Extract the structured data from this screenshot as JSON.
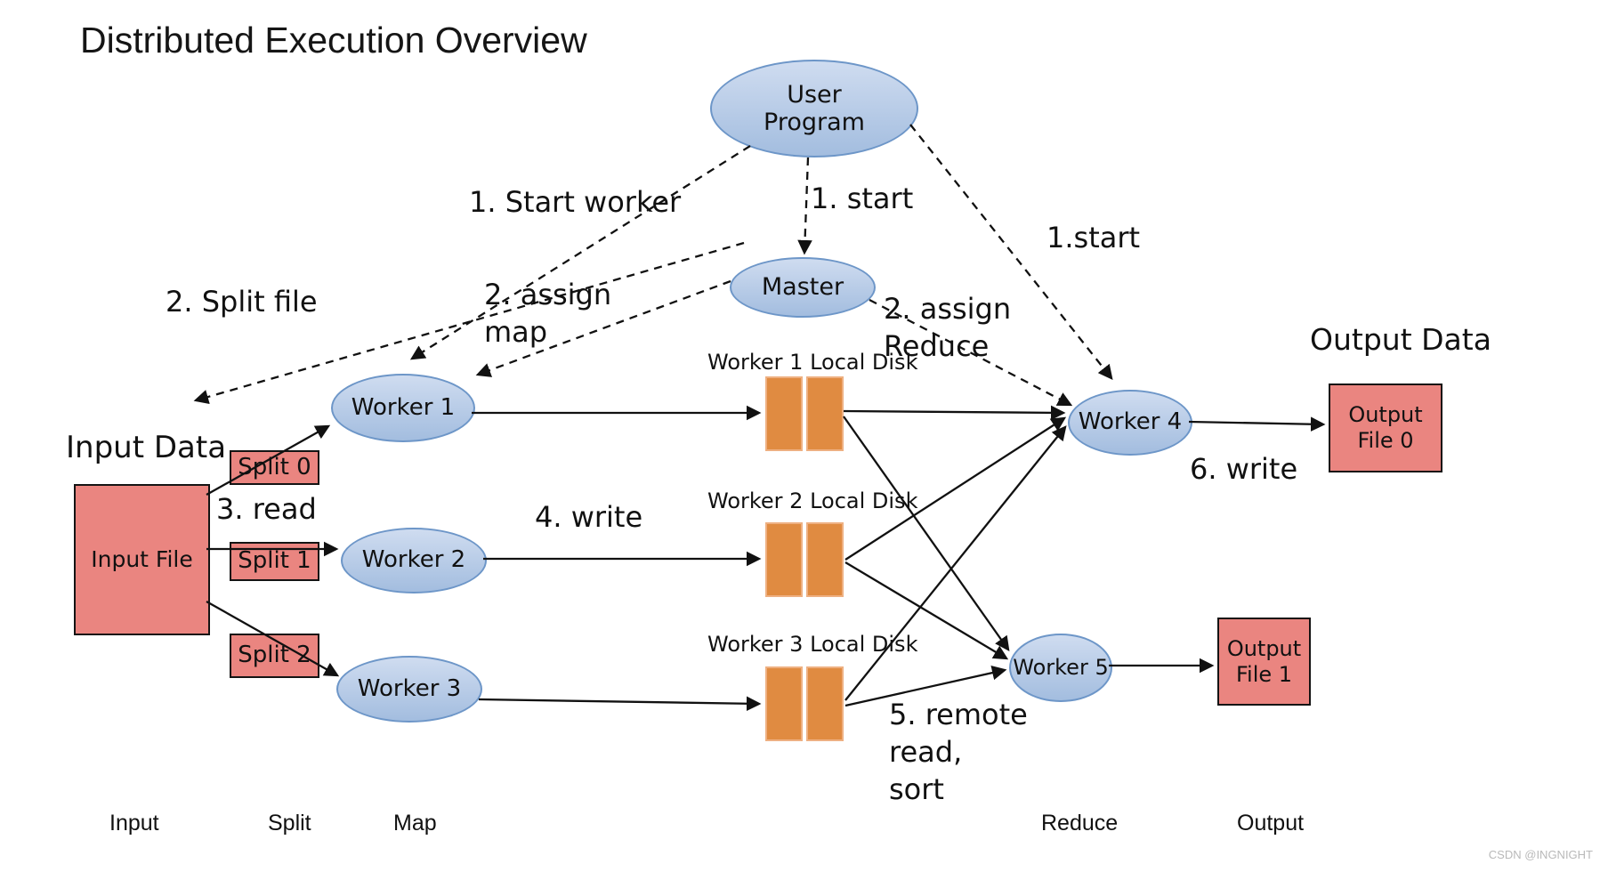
{
  "title": "Distributed Execution Overview",
  "watermark": "CSDN @INGNIGHT",
  "colors": {
    "node_fill_top": "#cfdcf0",
    "node_fill_bottom": "#a3bddf",
    "node_border": "#6d96c8",
    "file_box_fill": "#ea8580",
    "file_box_border": "#141414",
    "disk_bar_fill": "#e08b41",
    "arrow": "#111111"
  },
  "nodes": {
    "user_program": "User\nProgram",
    "master": "Master",
    "worker1": "Worker 1",
    "worker2": "Worker 2",
    "worker3": "Worker 3",
    "worker4": "Worker 4",
    "worker5": "Worker 5"
  },
  "files": {
    "input_file": "Input File",
    "split0": "Split 0",
    "split1": "Split 1",
    "split2": "Split 2",
    "output_file0": "Output\nFile 0",
    "output_file1": "Output\nFile 1"
  },
  "disks": [
    {
      "label": "Worker 1 Local Disk"
    },
    {
      "label": "Worker 2 Local Disk"
    },
    {
      "label": "Worker 3 Local Disk"
    }
  ],
  "steps": {
    "start_worker": "1. Start worker",
    "start_master": "1. start",
    "start_reduce": "1.start",
    "split_file": "2. Split file",
    "assign_map": "2. assign\nmap",
    "assign_reduce": "2. assign\nReduce",
    "read": "3. read",
    "write_local": "4. write",
    "remote_read_sort": "5. remote\nread,\nsort",
    "write_output": "6. write"
  },
  "sections": {
    "input_data": "Input Data",
    "output_data": "Output Data"
  },
  "footer": {
    "phases": [
      "Input",
      "Split",
      "Map",
      "Reduce",
      "Output"
    ]
  }
}
